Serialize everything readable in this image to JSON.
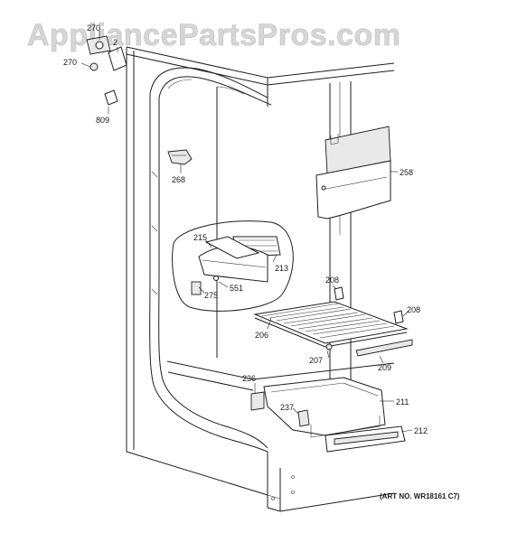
{
  "watermark": "AppliancePartsPros.com",
  "art_number": "(ART NO. WR18161 C7)",
  "parts": {
    "p270_top": "270",
    "p2_top": "2",
    "p270_left": "270",
    "p809": "809",
    "p268": "268",
    "p258": "258",
    "p215": "215",
    "p213": "213",
    "p551": "551",
    "p275": "275",
    "p208_upper": "208",
    "p208_right": "208",
    "p206": "206",
    "p207": "207",
    "p209": "209",
    "p236": "236",
    "p237": "237",
    "p211": "211",
    "p212": "212"
  }
}
